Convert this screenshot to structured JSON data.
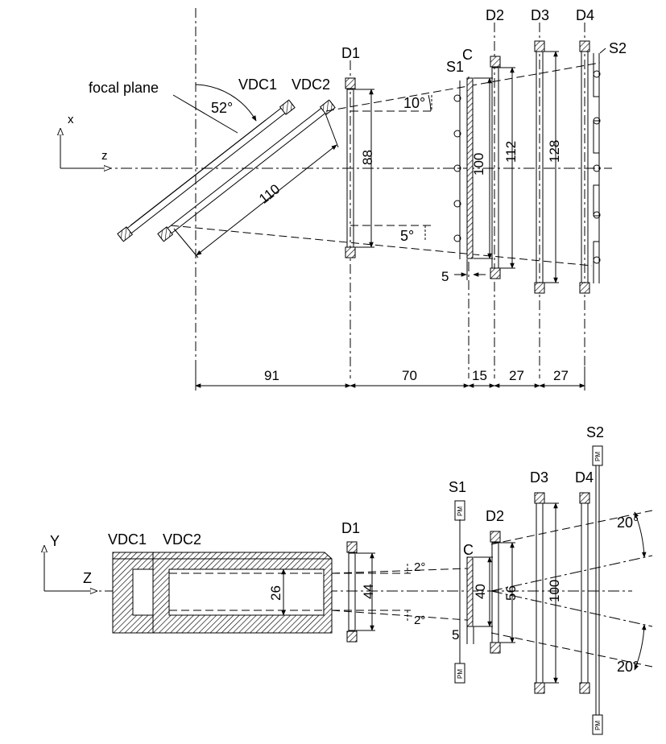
{
  "top_view": {
    "axis_x": "x",
    "axis_z": "z",
    "focal_plane": "focal plane",
    "angle_focal": "52°",
    "vdc1": "VDC1",
    "vdc2": "VDC2",
    "len_vdc": "110",
    "d1": "D1",
    "d2": "D2",
    "d3": "D3",
    "d4": "D4",
    "c": "C",
    "s1": "S1",
    "s2": "S2",
    "angle_upper": "10°",
    "angle_lower": "5°",
    "h_d1": "88",
    "h_c": "100",
    "h_d2": "112",
    "h_d3": "128",
    "gap_s1": "5",
    "spacings": [
      "91",
      "70",
      "15",
      "27",
      "27"
    ]
  },
  "side_view": {
    "axis_y": "Y",
    "axis_z": "Z",
    "vdc1": "VDC1",
    "vdc2": "VDC2",
    "h_vdc": "26",
    "d1": "D1",
    "h_d1": "44",
    "angle_a": "2°",
    "angle_b": "2°",
    "s1": "S1",
    "c": "C",
    "h_c": "40",
    "gap": "5",
    "d2": "D2",
    "h_d2": "56",
    "d3": "D3",
    "h_d3": "100",
    "d4": "D4",
    "s2": "S2",
    "angle_upper": "20°",
    "angle_lower": "20°",
    "pm": "PM"
  }
}
